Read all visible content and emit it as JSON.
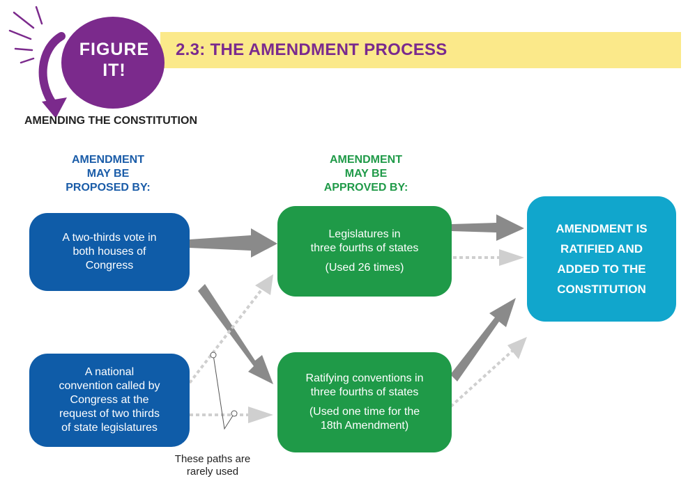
{
  "header": {
    "badge_text": "FIGURE\nIT!",
    "figure_title": "2.3: THE AMENDMENT PROCESS"
  },
  "subtitle": "AMENDING THE CONSTITUTION",
  "columns": {
    "proposed_heading": "AMENDMENT\nMAY BE\nPROPOSED BY:",
    "approved_heading": "AMENDMENT\nMAY BE\nAPPROVED BY:"
  },
  "boxes": {
    "congress_vote": "A two-thirds vote in\nboth houses of\nCongress",
    "national_convention": "A national\nconvention called by\nCongress at the\nrequest of two thirds\nof state legislatures",
    "legislatures": "Legislatures in\nthree fourths of states",
    "legislatures_usage": "(Used 26 times)",
    "conventions": "Ratifying conventions in\nthree fourths of states",
    "conventions_usage": "(Used one time for the\n18th Amendment)",
    "result": "AMENDMENT IS\nRATIFIED AND\nADDED TO THE\nCONSTITUTION"
  },
  "note": "These paths are\nrarely used",
  "colors": {
    "badge_purple": "#7b2a8c",
    "title_bar_yellow": "#fbe98a",
    "proposal_blue": "#0f5ca8",
    "approval_green": "#1f9a48",
    "result_teal": "#11a6cc",
    "arrow_solid": "#8a8a8a",
    "arrow_rare": "#cfcfcf"
  },
  "icons": [
    "burst-lines-icon",
    "curved-arrow-icon"
  ]
}
